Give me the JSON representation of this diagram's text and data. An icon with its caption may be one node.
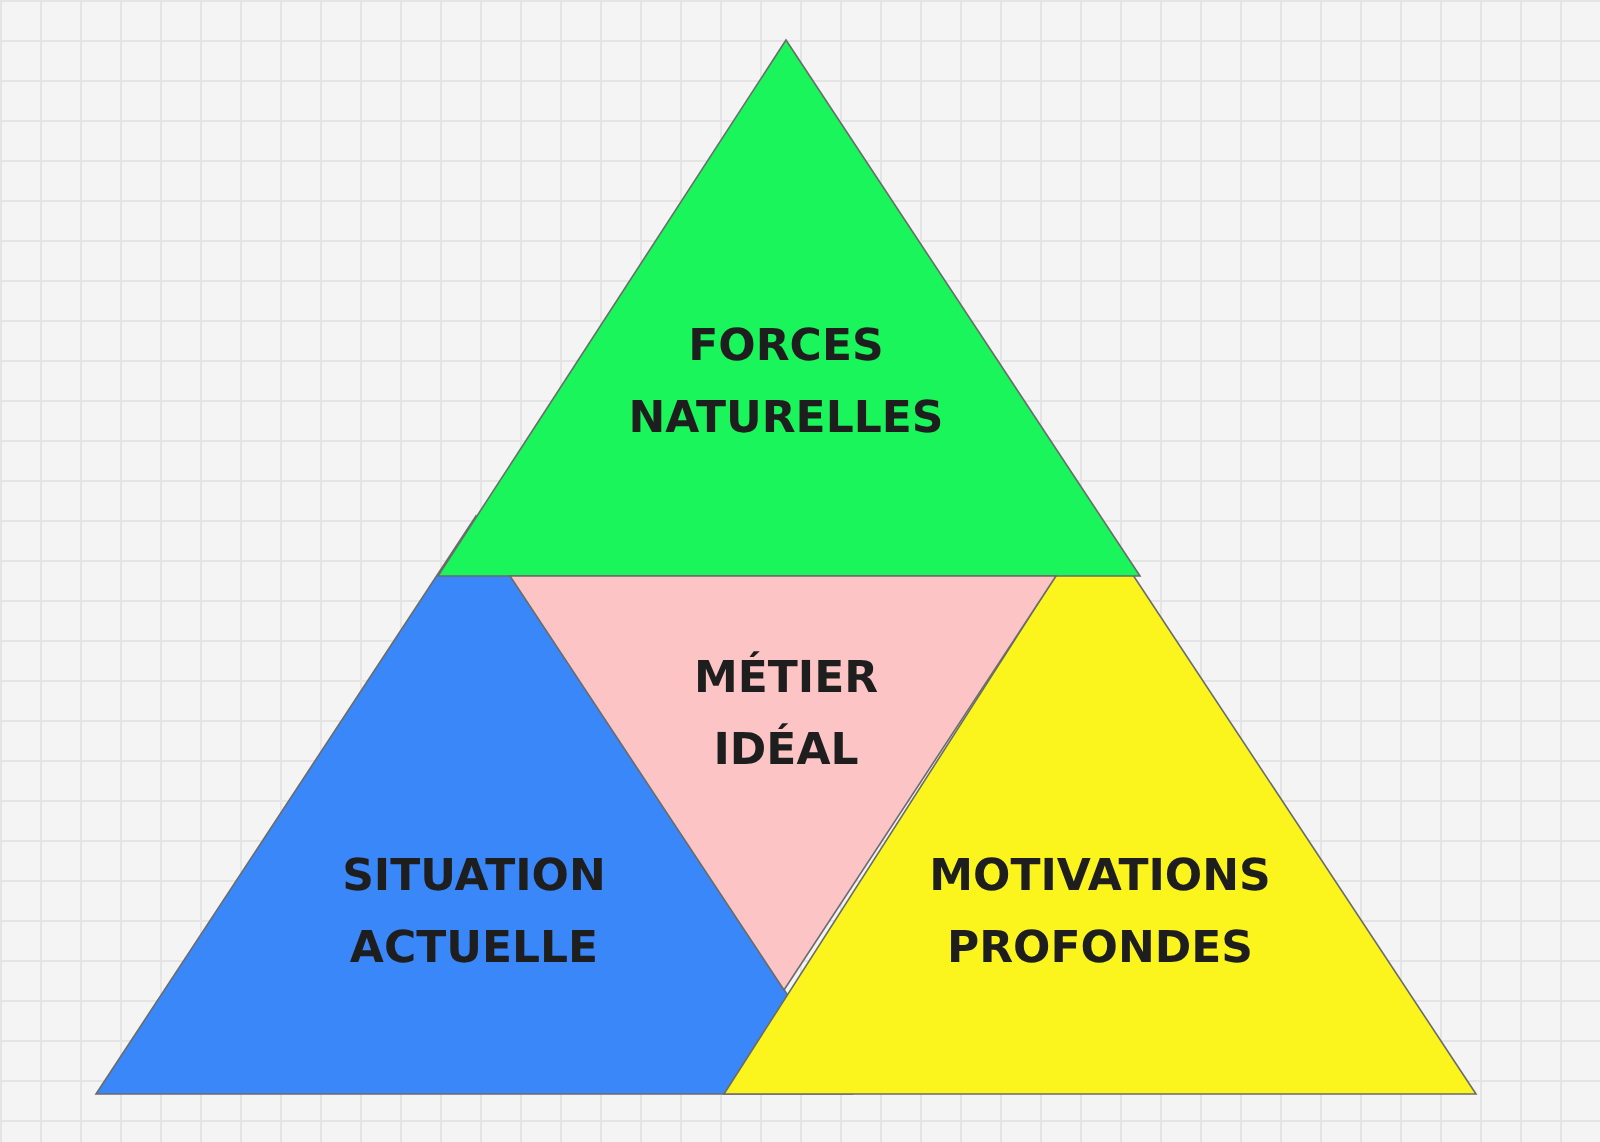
{
  "diagram": {
    "nodes": [
      {
        "text": [
          "FORCES NATURELLES"
        ]
      },
      {
        "text": [
          "MÉTIER IDÉAL"
        ]
      },
      {
        "text": [
          "SITUATION ACTUELLE"
        ]
      },
      {
        "text": [
          "MOTIVATIONS PROFONDES"
        ]
      }
    ]
  }
}
